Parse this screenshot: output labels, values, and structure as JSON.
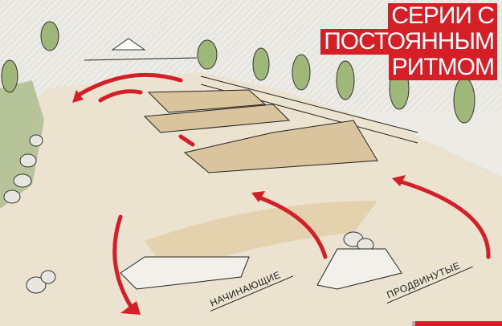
{
  "title": {
    "lines": [
      "СЕРИИ С",
      "ПОСТОЯННЫМ",
      "РИТМОМ"
    ]
  },
  "labels": {
    "beginners": "НАЧИНАЮЩИЕ",
    "advanced": "ПРОДВИНУТЫЕ"
  },
  "colors": {
    "accent": "#d51f26",
    "ground": "#e4d6b8",
    "tree": "#9fb87a"
  }
}
